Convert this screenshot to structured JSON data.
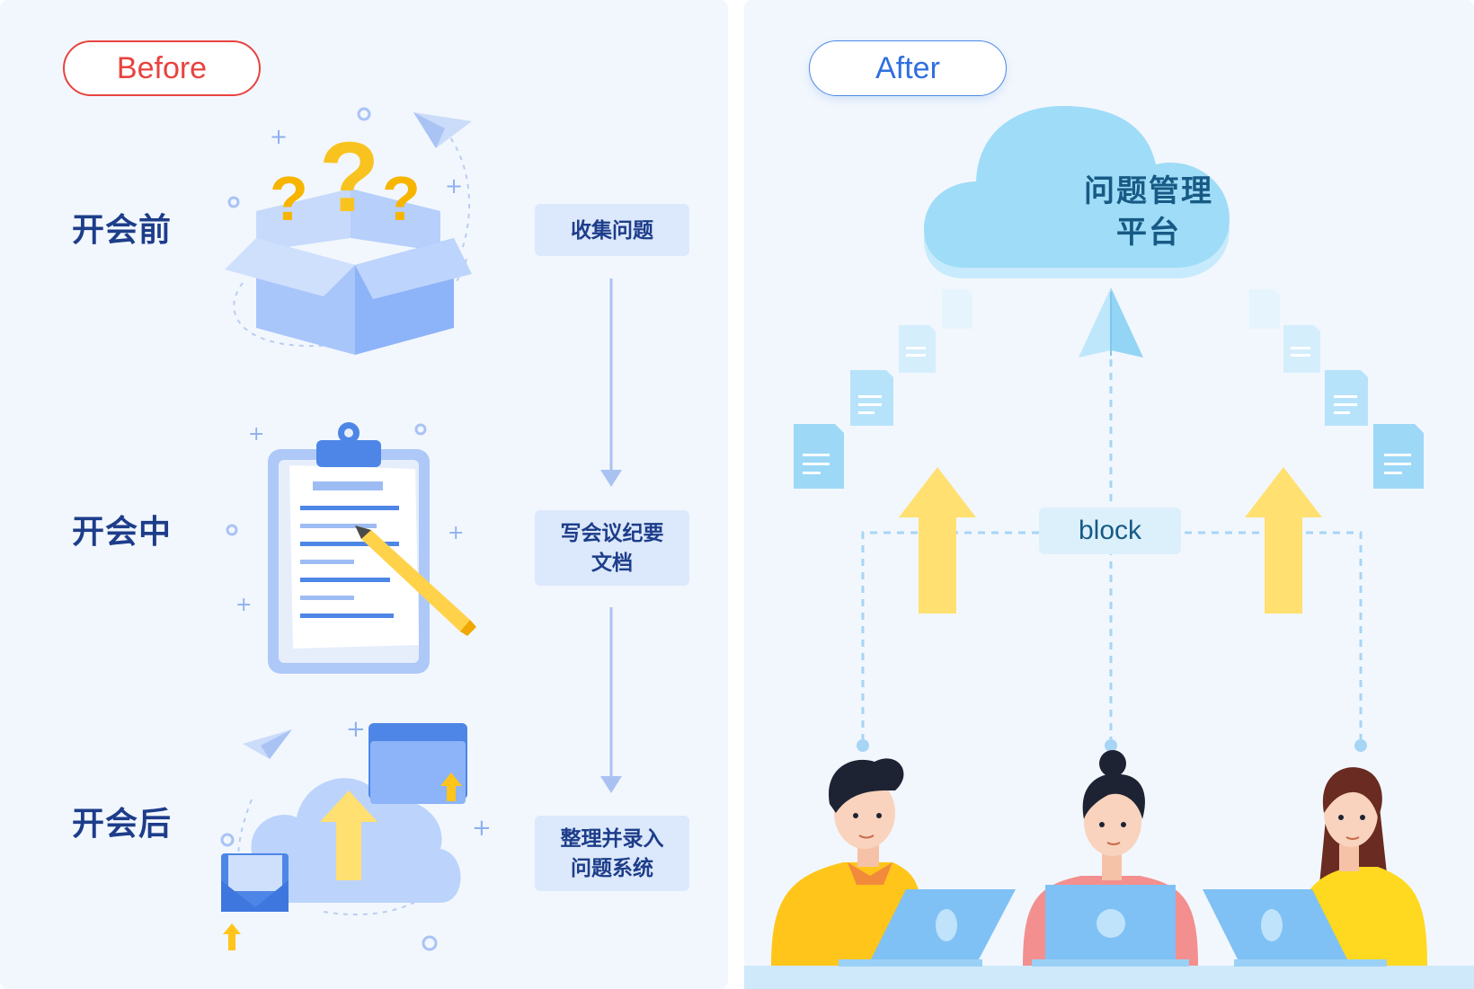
{
  "before": {
    "label": "Before",
    "stages": [
      {
        "label": "开会前",
        "step": "收集问题"
      },
      {
        "label": "开会中",
        "step": "写会议纪要\n文档"
      },
      {
        "label": "开会后",
        "step": "整理并录入\n问题系统"
      }
    ]
  },
  "after": {
    "label": "After",
    "platform_line1": "问题管理",
    "platform_line2": "平台",
    "block_label": "block"
  },
  "colors": {
    "before_accent": "#e8433f",
    "after_accent": "#2f6fe0",
    "label_text": "#1d3d8a",
    "step_bg": "#dce8fb",
    "cloud_fill": "#9fdcf7",
    "arrow_yellow": "#ffe071",
    "panel_bg": "#f2f7fd"
  },
  "icons": [
    "question-box-icon",
    "clipboard-icon",
    "pencil-icon",
    "cloud-upload-icon",
    "folder-icon",
    "envelope-icon",
    "paper-plane-icon",
    "document-icon",
    "up-arrow-icon",
    "person-icon",
    "laptop-icon"
  ]
}
